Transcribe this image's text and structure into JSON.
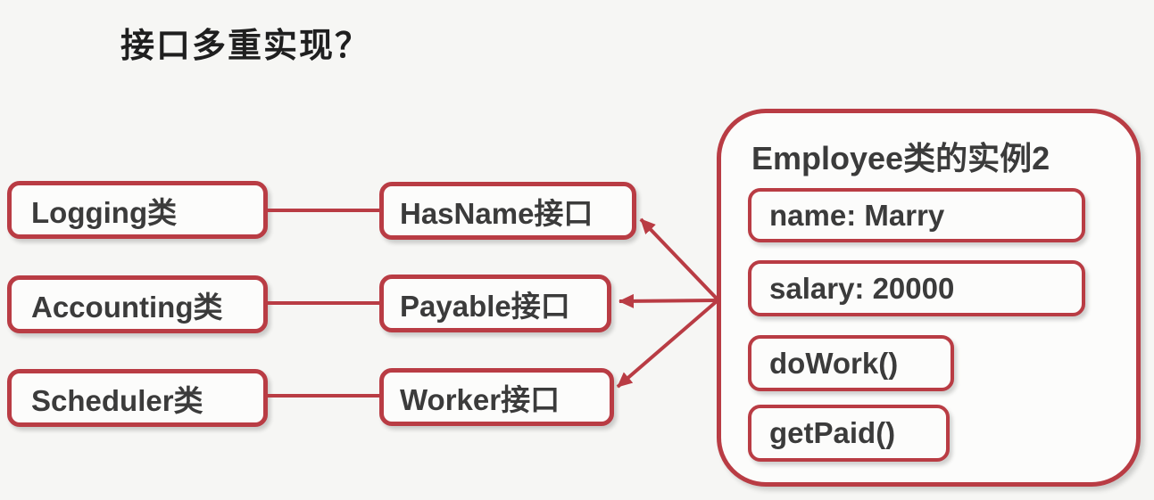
{
  "title": "接口多重实现？",
  "colors": {
    "accent_red": "#b93c44",
    "text_dark": "#3b3b3b",
    "background": "#f6f6f4",
    "box_background": "#fcfcfb"
  },
  "classes": [
    {
      "label": "Logging类"
    },
    {
      "label": "Accounting类"
    },
    {
      "label": "Scheduler类"
    }
  ],
  "interfaces": [
    {
      "label": "HasName接口"
    },
    {
      "label": "Payable接口"
    },
    {
      "label": "Worker接口"
    }
  ],
  "instance": {
    "title": "Employee类的实例2",
    "fields": [
      {
        "label": "name: Marry"
      },
      {
        "label": "salary: 20000"
      }
    ],
    "methods": [
      {
        "label": "doWork()"
      },
      {
        "label": "getPaid()"
      }
    ]
  }
}
